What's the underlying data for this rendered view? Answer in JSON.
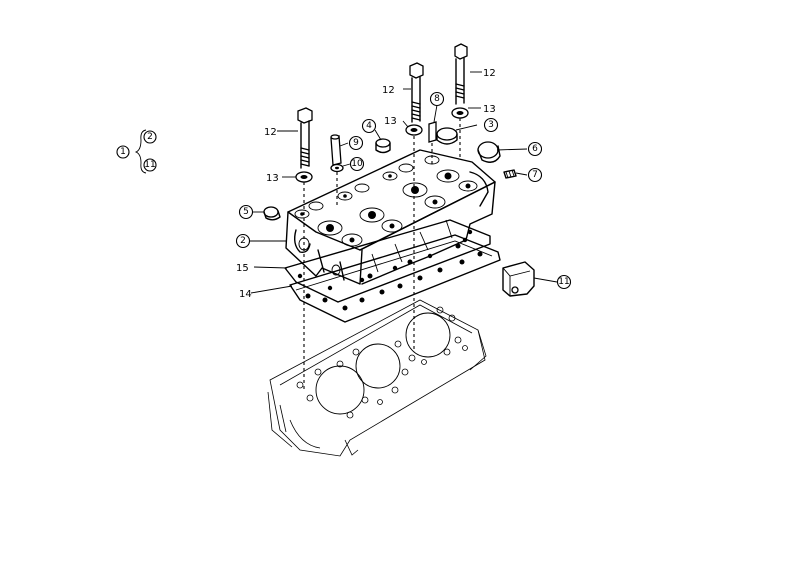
{
  "legend": {
    "main": "1",
    "parts": [
      "2",
      "11"
    ]
  },
  "callouts": {
    "c2": "2",
    "c3": "3",
    "c4": "4",
    "c5": "5",
    "c6": "6",
    "c7": "7",
    "c8": "8",
    "c9": "9",
    "c10": "10",
    "c11": "11",
    "c12a": "12",
    "c12b": "12",
    "c12c": "12",
    "c13a": "13",
    "c13b": "13",
    "c13c": "13",
    "c14": "14",
    "c15": "15"
  }
}
